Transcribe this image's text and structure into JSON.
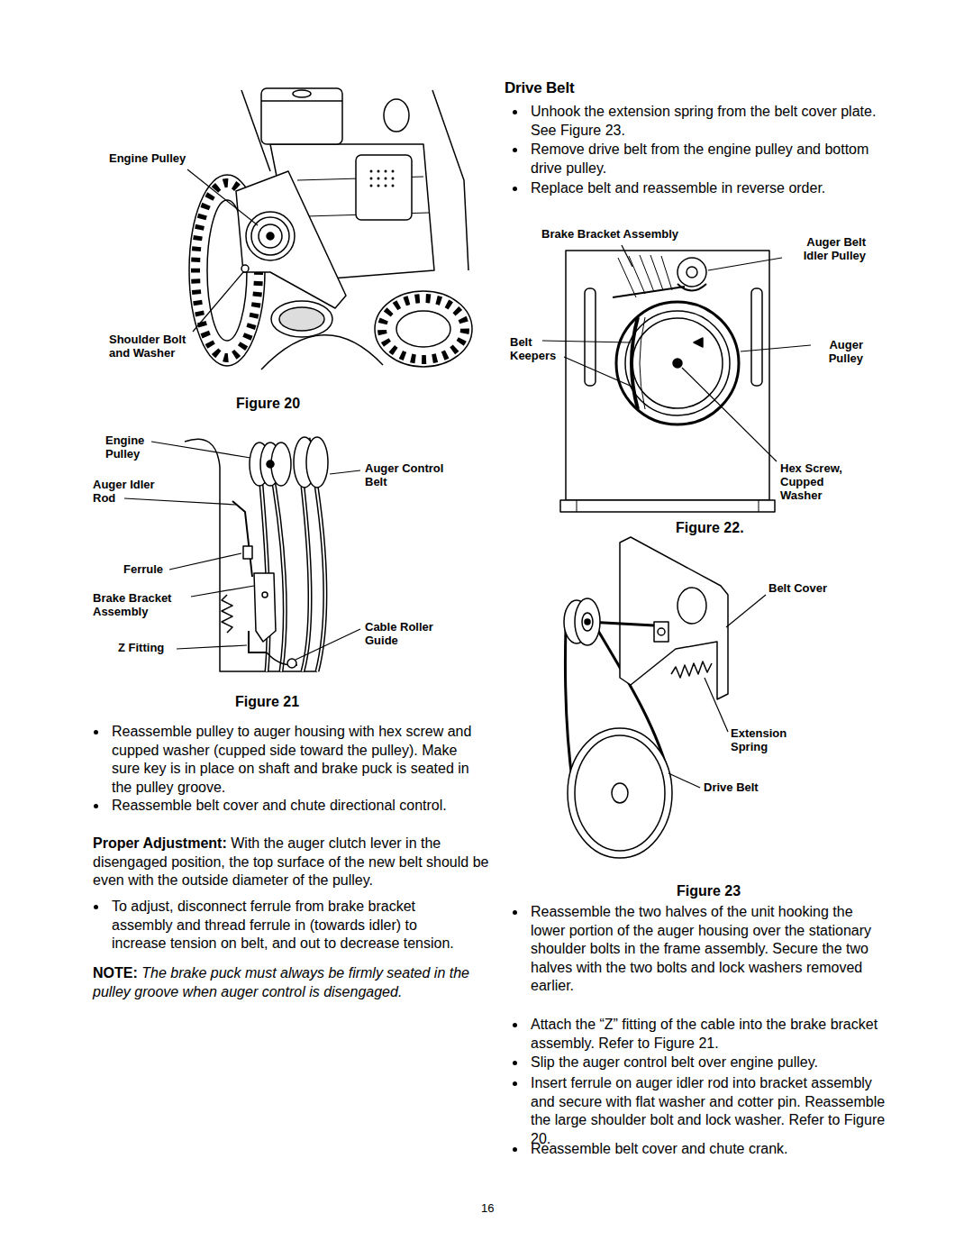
{
  "diagram": {
    "title": "Drive Belt",
    "labels": [
      "Engine Pulley",
      "Shoulder Bolt and Washer",
      "Figure 20",
      "Engine Pulley",
      "Auger Idler Rod",
      "Ferrule",
      "Brake Bracket Assembly",
      "Z Fitting",
      "Auger Control Belt",
      "Cable Roller Guide",
      "Figure 21",
      "Reassemble pulley to auger housing with hex screw and cupped washer (cupped side toward the pulley). Make sure key is in place on shaft and brake puck is seated in the pulley groove.",
      "Reassemble belt cover and chute directional control.",
      "Proper Adjustment:",
      "With the auger clutch lever in the disengaged position, the top surface of the new belt should be even with the outside diameter of the pulley.",
      "To adjust, disconnect ferrule from brake bracket assembly and thread ferrule in (towards idler) to increase tension on belt, and out to decrease tension.",
      "NOTE:",
      "The brake puck must always be firmly seated in the pulley groove when auger control is disengaged.",
      "Unhook the extension spring from the belt cover plate. See Figure 23.",
      "Remove drive belt from the engine pulley and bottom drive pulley.",
      "Replace belt and reassemble in reverse order.",
      "Brake Bracket Assembly",
      "Auger Belt Idler Pulley",
      "Belt Keepers",
      "Auger Pulley",
      "Hex Screw, Cupped Washer",
      "Figure 22.",
      "Belt Cover",
      "Extension Spring",
      "Drive Belt",
      "Figure 23",
      "Reassemble the two halves of the unit hooking the lower portion of the auger housing over the stationary shoulder bolts in the frame assembly. Secure the two halves with the two bolts and lock washers removed earlier.",
      "Attach the “Z” fitting of the cable into the brake bracket assembly. Refer to Figure 21.",
      "Slip the auger control belt over engine pulley.",
      "Insert ferrule on auger idler rod into bracket assembly and secure with flat washer and cotter pin. Reassemble the large shoulder bolt and lock washer. Refer to Figure 20.",
      "Reassemble belt cover and chute crank.",
      "16"
    ]
  }
}
